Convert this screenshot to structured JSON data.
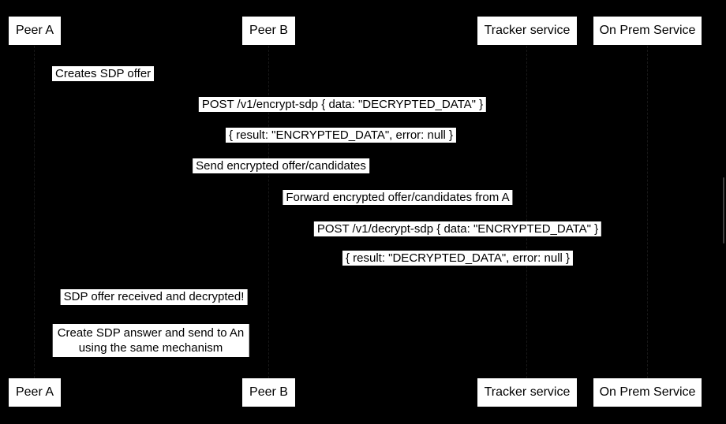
{
  "diagram": {
    "type": "sequence",
    "colors": {
      "background": "#000000",
      "box_fill": "#ffffff",
      "text": "#000000",
      "scrollbar": "#3f3f3f"
    },
    "actors": [
      {
        "name": "Peer A"
      },
      {
        "name": "Peer B"
      },
      {
        "name": "Tracker service"
      },
      {
        "name": "On Prem Service"
      }
    ],
    "messages": [
      {
        "from": "Peer A",
        "to": "Peer A",
        "text": "Creates SDP offer"
      },
      {
        "from": "Peer A",
        "to": "On Prem Service",
        "text": "POST /v1/encrypt-sdp { data: \"DECRYPTED_DATA\" }"
      },
      {
        "from": "On Prem Service",
        "to": "Peer A",
        "text": "{ result: \"ENCRYPTED_DATA\", error: null }"
      },
      {
        "from": "Peer A",
        "to": "Tracker service",
        "text": "Send encrypted offer/candidates"
      },
      {
        "from": "Tracker service",
        "to": "Peer B",
        "text": "Forward encrypted offer/candidates from A"
      },
      {
        "from": "Peer B",
        "to": "On Prem Service",
        "text": "POST /v1/decrypt-sdp { data: \"ENCRYPTED_DATA\" }"
      },
      {
        "from": "On Prem Service",
        "to": "Peer B",
        "text": "{ result: \"DECRYPTED_DATA\", error: null }"
      },
      {
        "from": "Peer B",
        "to": "Peer A",
        "text": "SDP offer received and decrypted!"
      },
      {
        "from": "Peer B",
        "to": "Peer A",
        "text": "Create SDP answer and send to An using the same mechanism",
        "lines": [
          "Create SDP answer and send to An",
          "using the same mechanism"
        ]
      }
    ]
  }
}
